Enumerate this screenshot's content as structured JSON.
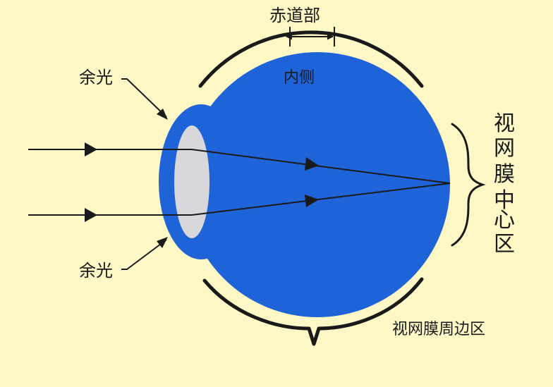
{
  "diagram": {
    "labels": {
      "equator": "赤道部",
      "inner_side": "内侧",
      "peripheral_light_top": "余光",
      "peripheral_light_bottom": "余光",
      "central_retina_chars": [
        "视",
        "网",
        "膜",
        "中",
        "心",
        "区"
      ],
      "peripheral_retina": "视网膜周边区"
    },
    "colors": {
      "background": "#fdf8c6",
      "eyeball": "#1f63d8",
      "lens": "#d8d8dc",
      "ink": "#1a1a1a"
    }
  }
}
